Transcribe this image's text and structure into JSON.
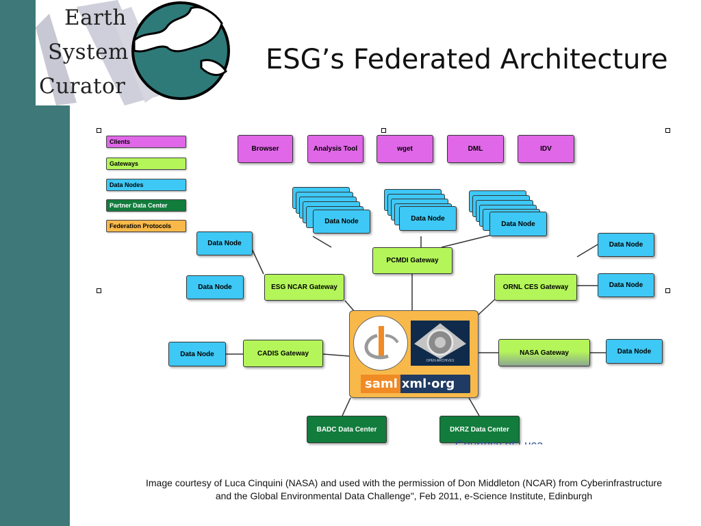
{
  "logo": {
    "words": [
      "Earth",
      "System",
      "Curator"
    ]
  },
  "title": "ESG’s Federated Architecture",
  "legend": [
    {
      "label": "Clients",
      "color": "#e067e8"
    },
    {
      "label": "Gateways",
      "color": "#b4f55a"
    },
    {
      "label": "Data Nodes",
      "color": "#3ec8f5"
    },
    {
      "label": "Partner Data Center",
      "color": "#127c3c"
    },
    {
      "label": "Federation Protocols",
      "color": "#f8b94a"
    }
  ],
  "clients": [
    "Browser",
    "Analysis Tool",
    "wget",
    "DML",
    "IDV"
  ],
  "gateways": {
    "pcmdi": "PCMDI Gateway",
    "esg_ncar": "ESG NCAR Gateway",
    "ornl": "ORNL CES Gateway",
    "cadis": "CADIS Gateway",
    "nasa": "NASA Gateway"
  },
  "node_label": "Data Node",
  "partners": [
    "BADC Data Center",
    "DKRZ Data Center"
  ],
  "federation": {
    "saml_text": "saml",
    "xml_text": "xml·org",
    "open_archives_text": "OPEN ARCHIVES"
  },
  "faded_text": "Courtesy of Luca",
  "caption": "Image courtesy of Luca Cinquini (NASA) and used with the permission of Don Middleton (NCAR) from Cyberinfrastructure and the Global Environmental Data Challenge\", Feb 2011, e-Science Institute, Edinburgh",
  "colors": {
    "sidebar": "#3e7878",
    "client": "#e067e8",
    "gateway": "#b4f55a",
    "data_node": "#3ec8f5",
    "partner": "#127c3c",
    "federation": "#f8b94a"
  }
}
